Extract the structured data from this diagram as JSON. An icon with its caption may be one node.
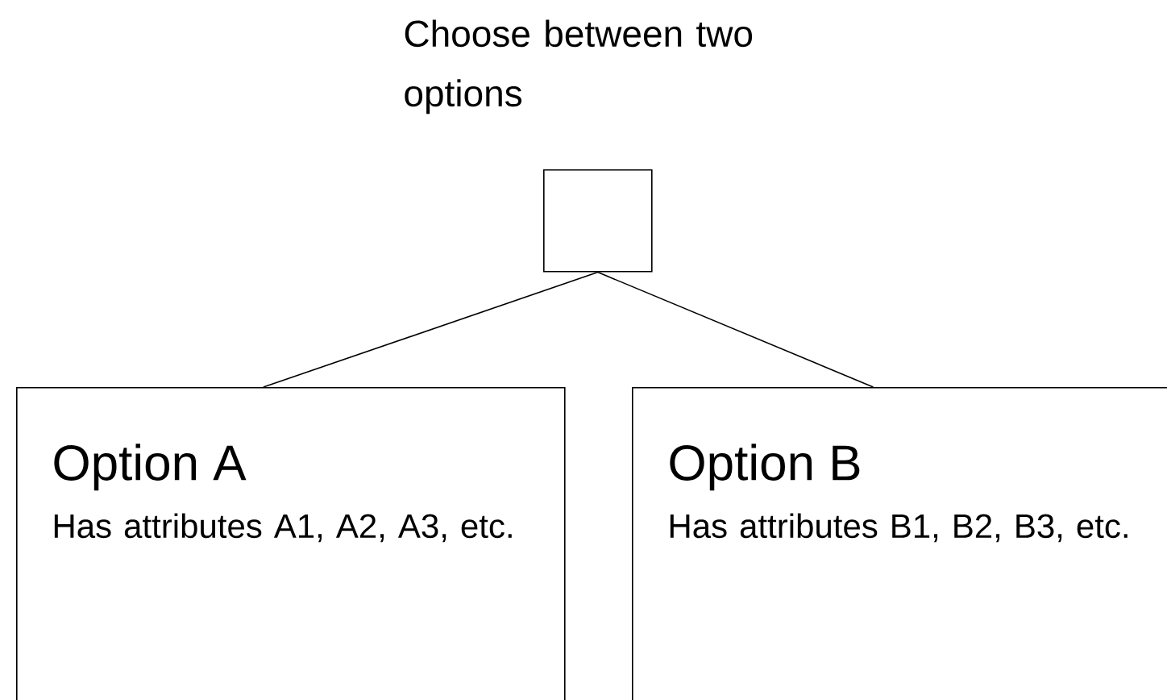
{
  "diagram": {
    "nodes": [
      {
        "text": [
          "Choose between two options"
        ]
      },
      {
        "text": [
          "Option A",
          "Has attributes A1, A2, A3, etc."
        ]
      },
      {
        "text": [
          "Option B",
          "Has attributes B1, B2, B3, etc."
        ]
      }
    ],
    "edges": [
      {
        "from": 0,
        "to": 1,
        "arrow": "none"
      },
      {
        "from": 0,
        "to": 2,
        "arrow": "none"
      }
    ]
  }
}
